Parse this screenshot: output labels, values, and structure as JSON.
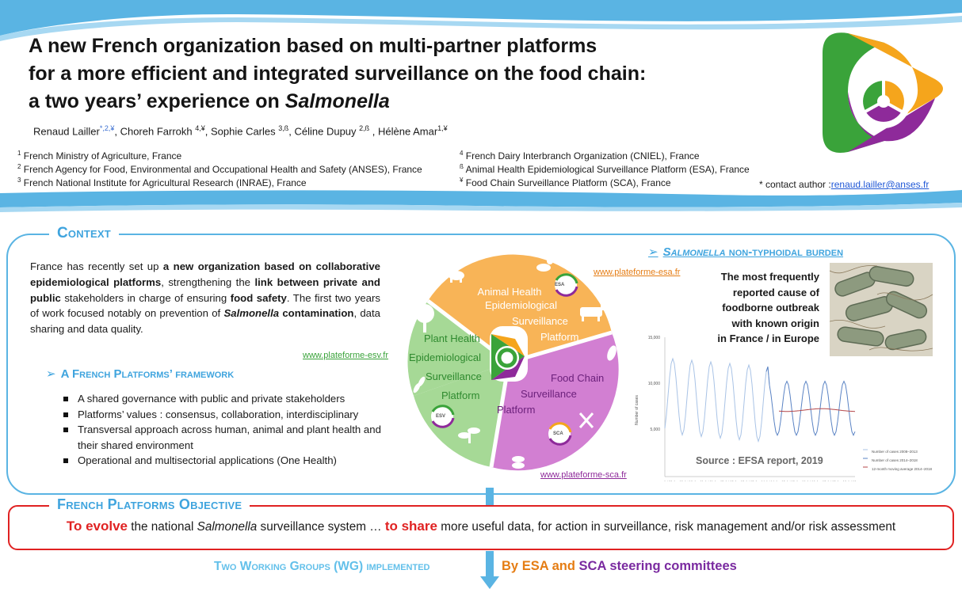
{
  "header": {
    "title_lines": [
      "A new French organization based on multi-partner platforms",
      "for a more efficient and integrated surveillance on the food chain:",
      "a two years’ experience on "
    ],
    "title_italic": "Salmonella",
    "authors": [
      {
        "name": "Renaud Lailler",
        "marks": "*,2,¥"
      },
      {
        "name": ", Choreh Farrokh ",
        "marks": "4,¥"
      },
      {
        "name": ", Sophie Carles ",
        "marks": "3,ß"
      },
      {
        "name": ", Céline Dupuy ",
        "marks": "2,ß"
      },
      {
        "name": " , Hélène Amar",
        "marks": "1,¥"
      }
    ],
    "affiliations_left": [
      {
        "mark": "1",
        "text": "French Ministry of Agriculture, France"
      },
      {
        "mark": "2",
        "text": "French Agency for Food, Environmental and Occupational Health and Safety (ANSES), France"
      },
      {
        "mark": "3",
        "text": "French National Institute for Agricultural Research (INRAE), France"
      }
    ],
    "affiliations_right": [
      {
        "mark": "4",
        "text": "French Dairy Interbranch Organization (CNIEL), France"
      },
      {
        "mark": "ß",
        "text": "Animal Health Epidemiological Surveillance Platform (ESA), France"
      },
      {
        "mark": "¥",
        "text": "Food Chain Surveillance Platform (SCA), France"
      }
    ],
    "contact_prefix": "* contact author :",
    "contact_email": "renaud.lailler@anses.fr"
  },
  "context": {
    "title": "Context",
    "paragraph": [
      {
        "t": "France has recently set up ",
        "b": false,
        "i": false
      },
      {
        "t": "a new organization based on collaborative epidemiological platforms",
        "b": true,
        "i": false
      },
      {
        "t": ", strengthening the ",
        "b": false,
        "i": false
      },
      {
        "t": "link between private and public",
        "b": true,
        "i": false
      },
      {
        "t": " stakeholders in charge of ensuring ",
        "b": false,
        "i": false
      },
      {
        "t": "food safety",
        "b": true,
        "i": false
      },
      {
        "t": ". The first two years of work focused notably on prevention of ",
        "b": false,
        "i": false
      },
      {
        "t": "Salmonella",
        "b": true,
        "i": true
      },
      {
        "t": " contamination",
        "b": true,
        "i": false
      },
      {
        "t": ", data sharing and data quality.",
        "b": false,
        "i": false
      }
    ],
    "framework_title": "A French Platforms’ framework",
    "framework_items": [
      "A shared governance with public and private stakeholders",
      "Platforms’ values : consensus, collaboration, interdisciplinary",
      "Transversal approach across human, animal and plant health and their shared environment",
      "Operational and multisectorial applications (One Health)"
    ],
    "platforms": {
      "animal": {
        "label_lines": [
          "Animal Health",
          "Epidemiological",
          "Surveillance",
          "Platform"
        ],
        "site": "www.plateforme-esa.fr",
        "badge": "ESA",
        "color": "#f7b24d"
      },
      "plant": {
        "label_lines": [
          "Plant Health",
          "Epidemiological",
          "Surveillance",
          "Platform"
        ],
        "site": "www.plateforme-esv.fr",
        "badge": "ESV",
        "color": "#a6d996"
      },
      "food": {
        "label_lines": [
          "Food Chain",
          "Surveillance",
          "Platform"
        ],
        "site": "www.plateforme-sca.fr",
        "badge": "SCA",
        "color": "#d27fd2"
      }
    },
    "burden_title_italic": "Salmonella",
    "burden_title_rest": " non-typhoidal burden",
    "burden_text": [
      "The most frequently",
      "reported cause of",
      "foodborne outbreak",
      "with known origin",
      "in France / in Europe"
    ],
    "chart_ylabel": "Number of cases",
    "chart_yticks": [
      "15,000",
      "10,000",
      "5,000"
    ],
    "chart_legend": [
      "Number of cases 2008–2013",
      "Number of cases 2014–2018",
      "12-month moving average 2014–2018"
    ],
    "chart_xticks": [
      "Jul 08",
      "Jan 10",
      "Jul 10",
      "Jan 11",
      "Jul 11",
      "Jan 12",
      "Jul 12",
      "Jan 13",
      "Jul 13",
      "Jan 14",
      "Jul 14",
      "Jan 15",
      "Jul 15",
      "Jan 16",
      "Jul 16",
      "Jan 17",
      "Jul 17",
      "Jan 18",
      "Jul 18"
    ],
    "source": "Source : EFSA report, 2019"
  },
  "objective": {
    "title": "French Platforms Objective",
    "red1": "To evolve",
    "t1": " the national ",
    "italic": "Salmonella",
    "t2": " surveillance system … ",
    "red2": "to share",
    "t3": " more useful data, for action in surveillance, risk management and/or risk assessment"
  },
  "footer": {
    "wg": "Two Working Groups (WG) implemented",
    "by": "By ",
    "esa": "ESA",
    "and": " and ",
    "sca": "SCA steering committees"
  },
  "colors": {
    "accent_blue": "#3fa4de",
    "red": "#e02222",
    "esa_orange": "#e57d14",
    "sca_purple": "#7a2aa0",
    "logo_green": "#3aa33a"
  }
}
